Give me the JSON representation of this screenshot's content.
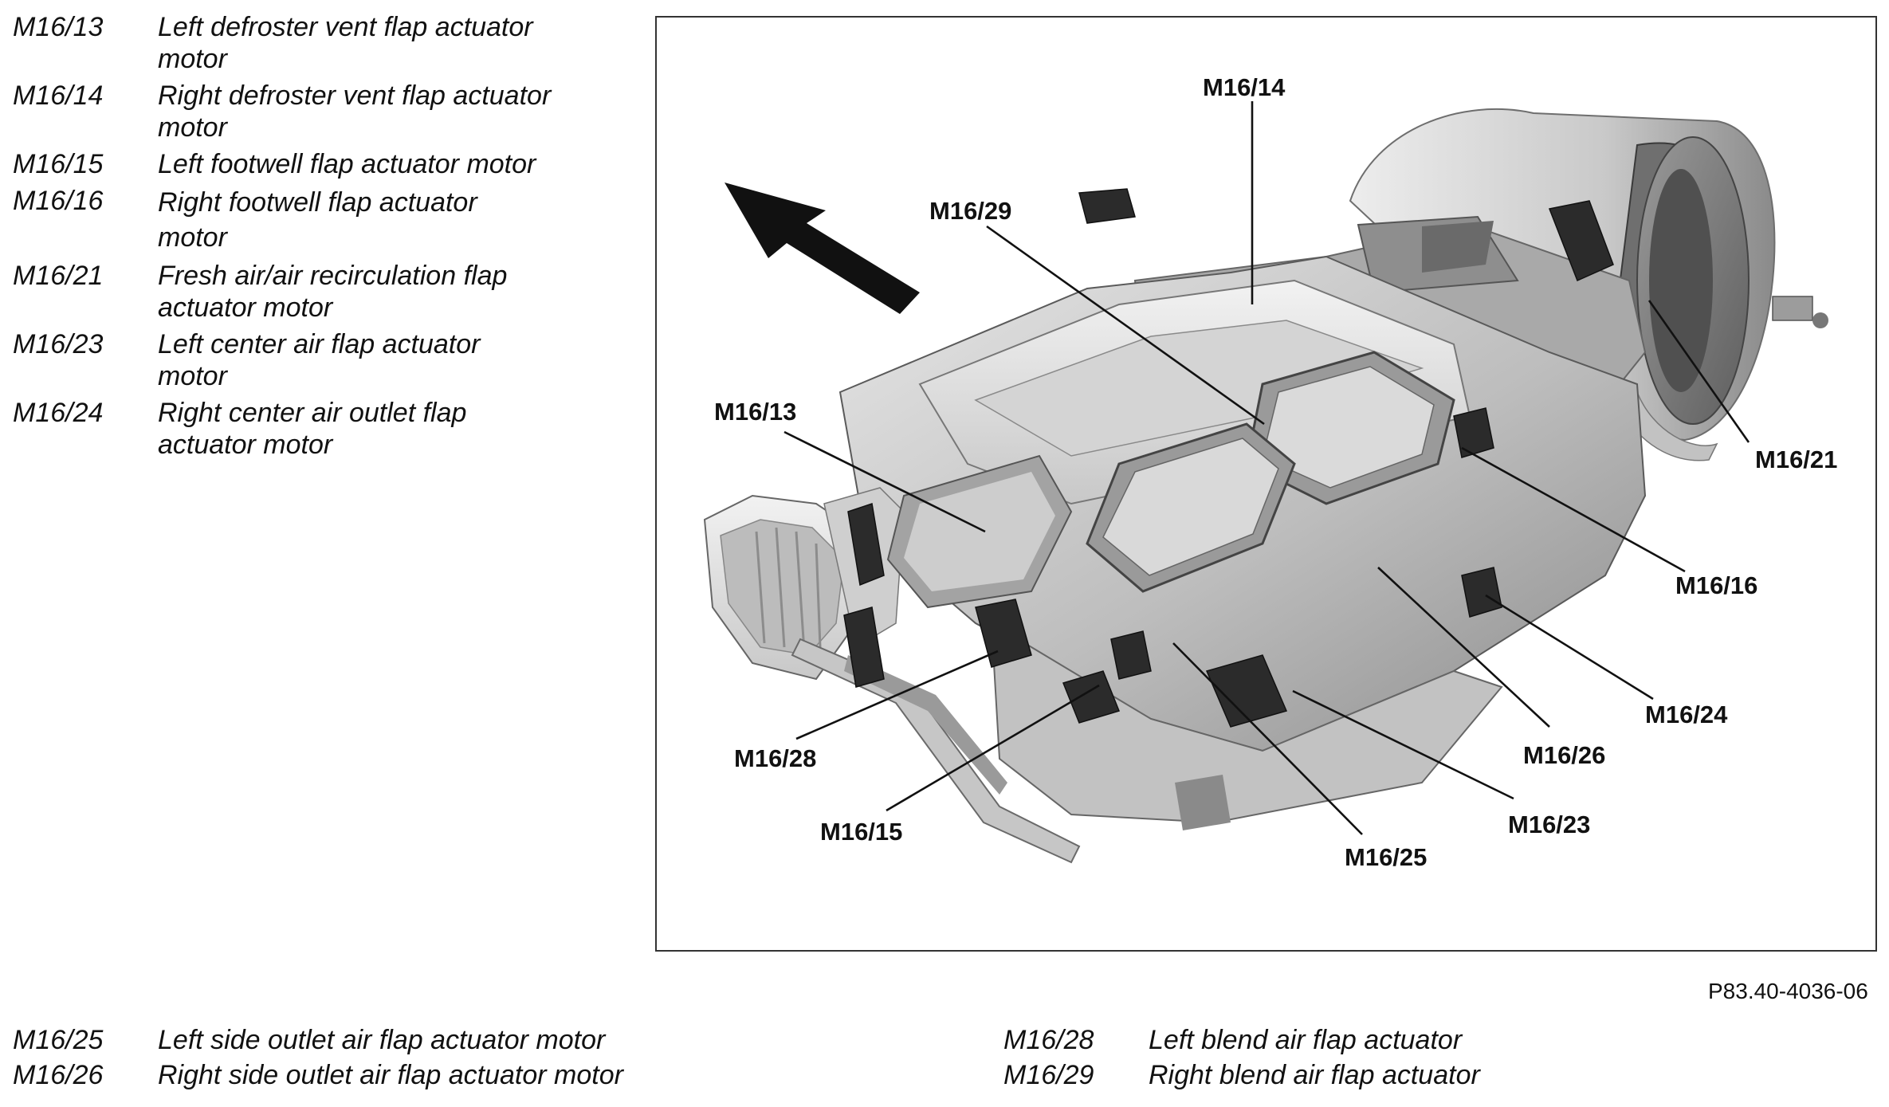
{
  "legend_top": [
    {
      "code": "M16/13",
      "desc": "Left defroster vent flap actuator motor"
    },
    {
      "code": "M16/14",
      "desc": "Right defroster vent flap actuator motor"
    },
    {
      "code": "M16/15",
      "desc": "Left footwell flap actuator motor"
    },
    {
      "code": "M16/16",
      "desc": "Right footwell flap actuator motor"
    },
    {
      "code": "M16/21",
      "desc": "Fresh air/air recirculation flap actuator motor"
    },
    {
      "code": "M16/23",
      "desc": "Left center air flap actuator motor"
    },
    {
      "code": "M16/24",
      "desc": "Right center air outlet flap actuator motor"
    }
  ],
  "legend_bottom_left": [
    {
      "code": "M16/25",
      "desc": "Left side outlet air flap actuator motor"
    },
    {
      "code": "M16/26",
      "desc": "Right side outlet air flap actuator motor"
    }
  ],
  "legend_bottom_right": [
    {
      "code": "M16/28",
      "desc": "Left blend air flap actuator"
    },
    {
      "code": "M16/29",
      "desc": "Right blend air flap actuator"
    }
  ],
  "callouts": {
    "m16_13": "M16/13",
    "m16_14": "M16/14",
    "m16_15": "M16/15",
    "m16_16": "M16/16",
    "m16_21": "M16/21",
    "m16_23": "M16/23",
    "m16_24": "M16/24",
    "m16_25": "M16/25",
    "m16_26": "M16/26",
    "m16_28": "M16/28",
    "m16_29": "M16/29"
  },
  "figure_id": "P83.40-4036-06",
  "icons": {
    "direction_arrow": "direction-arrow-icon"
  },
  "colors": {
    "housing_light": "#d9d9d9",
    "housing_mid": "#b3b3b3",
    "housing_dark": "#7a7a7a",
    "actuator": "#2b2b2b",
    "ink": "#111111"
  }
}
